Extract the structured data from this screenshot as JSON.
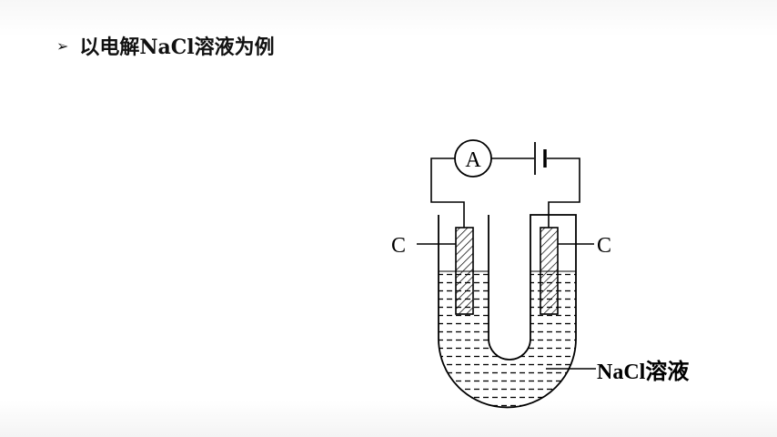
{
  "heading": {
    "bullet": "➢",
    "text": "以电解NaCl溶液为例"
  },
  "diagram": {
    "ammeter_label": "A",
    "left_electrode_label": "C",
    "right_electrode_label": "C",
    "solution_label": "NaCl溶液"
  }
}
